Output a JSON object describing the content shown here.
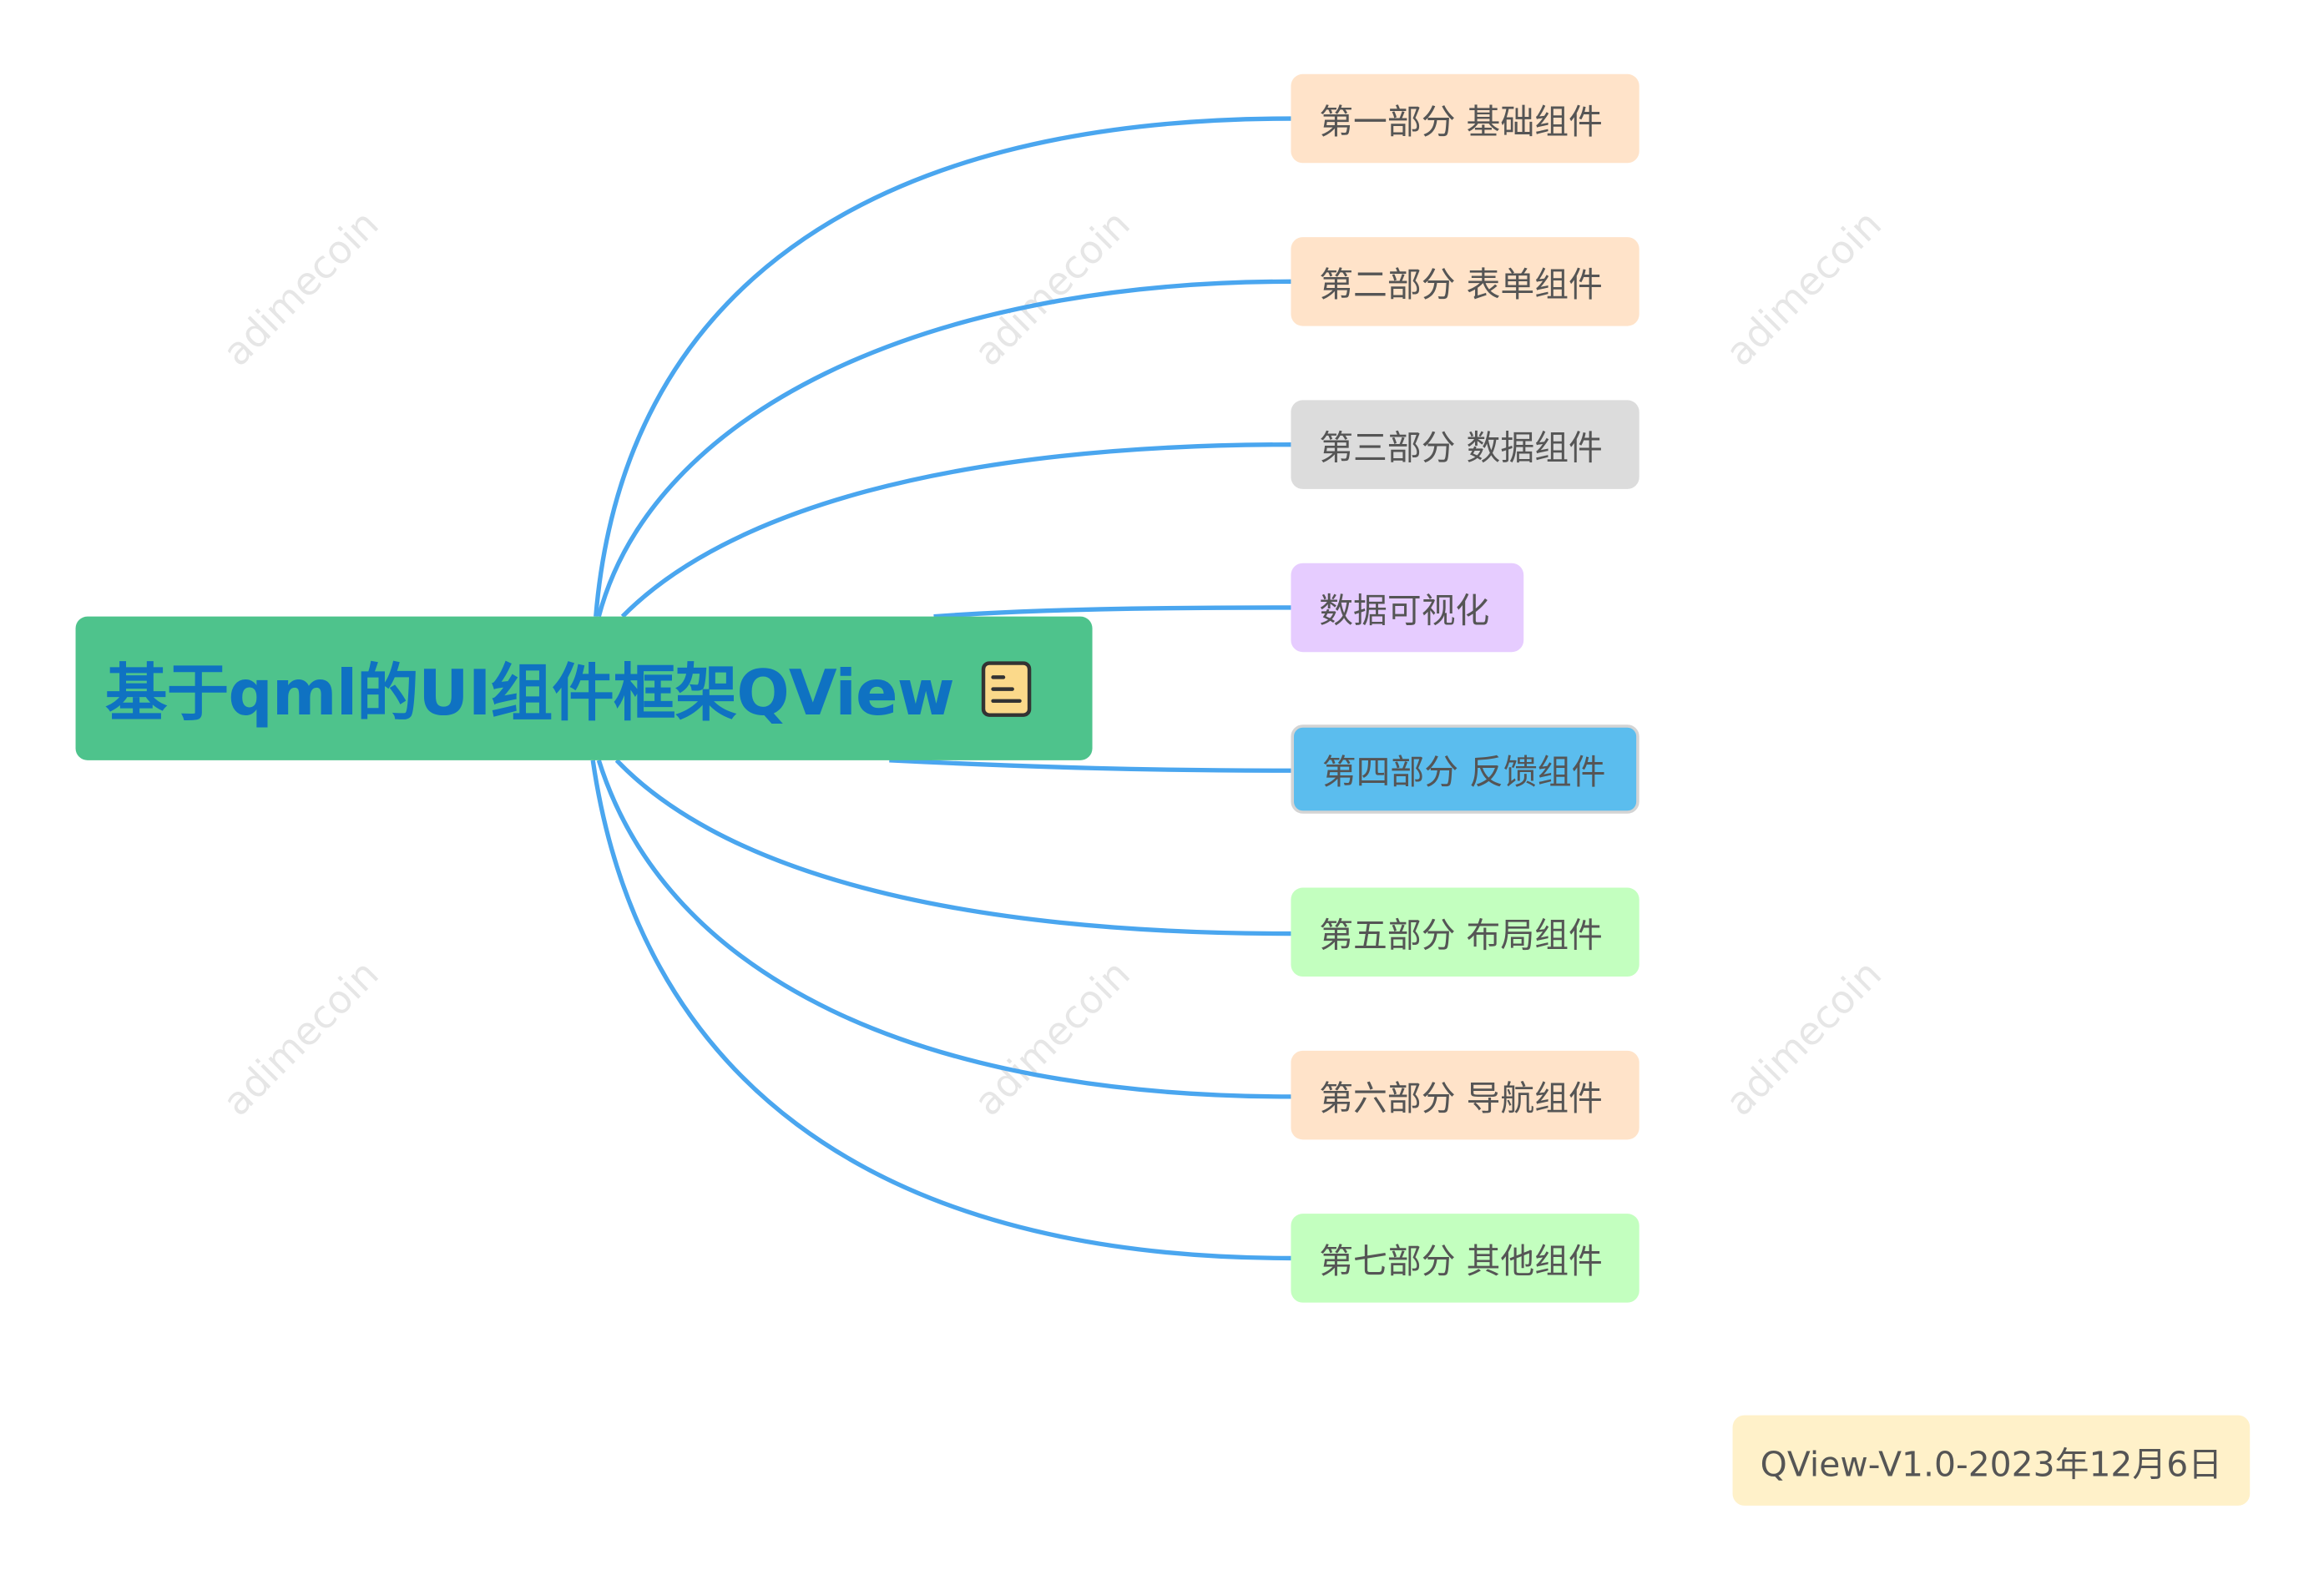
{
  "root": {
    "title": "基于qml的UI组件框架QView",
    "icon": "note-icon",
    "background": "#4ec38c",
    "text_color": "#0f72c2"
  },
  "branches": [
    {
      "label": "第一部分 基础组件",
      "color": "#ffe3c9"
    },
    {
      "label": "第二部分 表单组件",
      "color": "#ffe3c9"
    },
    {
      "label": "第三部分 数据组件",
      "color": "#dcdcdc"
    },
    {
      "label": "数据可视化",
      "color": "#e6ccff"
    },
    {
      "label": "第四部分 反馈组件",
      "color": "#5bbdee",
      "selected": true
    },
    {
      "label": "第五部分 布局组件",
      "color": "#c3ffbf"
    },
    {
      "label": "第六部分 导航组件",
      "color": "#ffe3c9"
    },
    {
      "label": "第七部分 其他组件",
      "color": "#c3ffbf"
    }
  ],
  "version_note": {
    "label": "QView-V1.0-2023年12月6日",
    "color": "#fff1c9"
  },
  "connector_color": "#4aa6ef",
  "watermark": "adimecoin"
}
